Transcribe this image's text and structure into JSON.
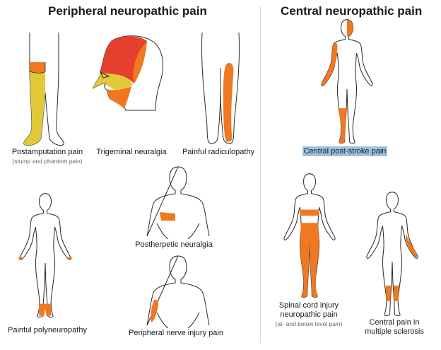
{
  "left_title": "Peripheral neuropathic pain",
  "right_title": "Central neuropathic pain",
  "colors": {
    "orange": "#f07820",
    "yellow": "#e3c93a",
    "red": "#e63e2f",
    "outline": "#2a2a2a",
    "highlight": "#9cc3de"
  },
  "figures": {
    "postamputation": {
      "label": "Postamputation pain",
      "sublabel": "(stump and phantom pain)"
    },
    "trigeminal": {
      "label": "Trigeminal neuralgia"
    },
    "radiculopathy": {
      "label": "Painful radiculopathy"
    },
    "postherpetic": {
      "label": "Postherpetic neuralgia"
    },
    "polyneuropathy": {
      "label": "Painful polyneuropathy"
    },
    "nerve_injury": {
      "label": "Peripheral nerve injury pain"
    },
    "post_stroke": {
      "label": "Central post-stroke pain"
    },
    "spinal_cord": {
      "label_line1": "Spinal cord injury",
      "label_line2": "neuropathic pain",
      "sublabel": "(at- and below level pain)"
    },
    "multiple_sclerosis": {
      "label_line1": "Central pain in",
      "label_line2": "multiple sclerosis"
    }
  }
}
